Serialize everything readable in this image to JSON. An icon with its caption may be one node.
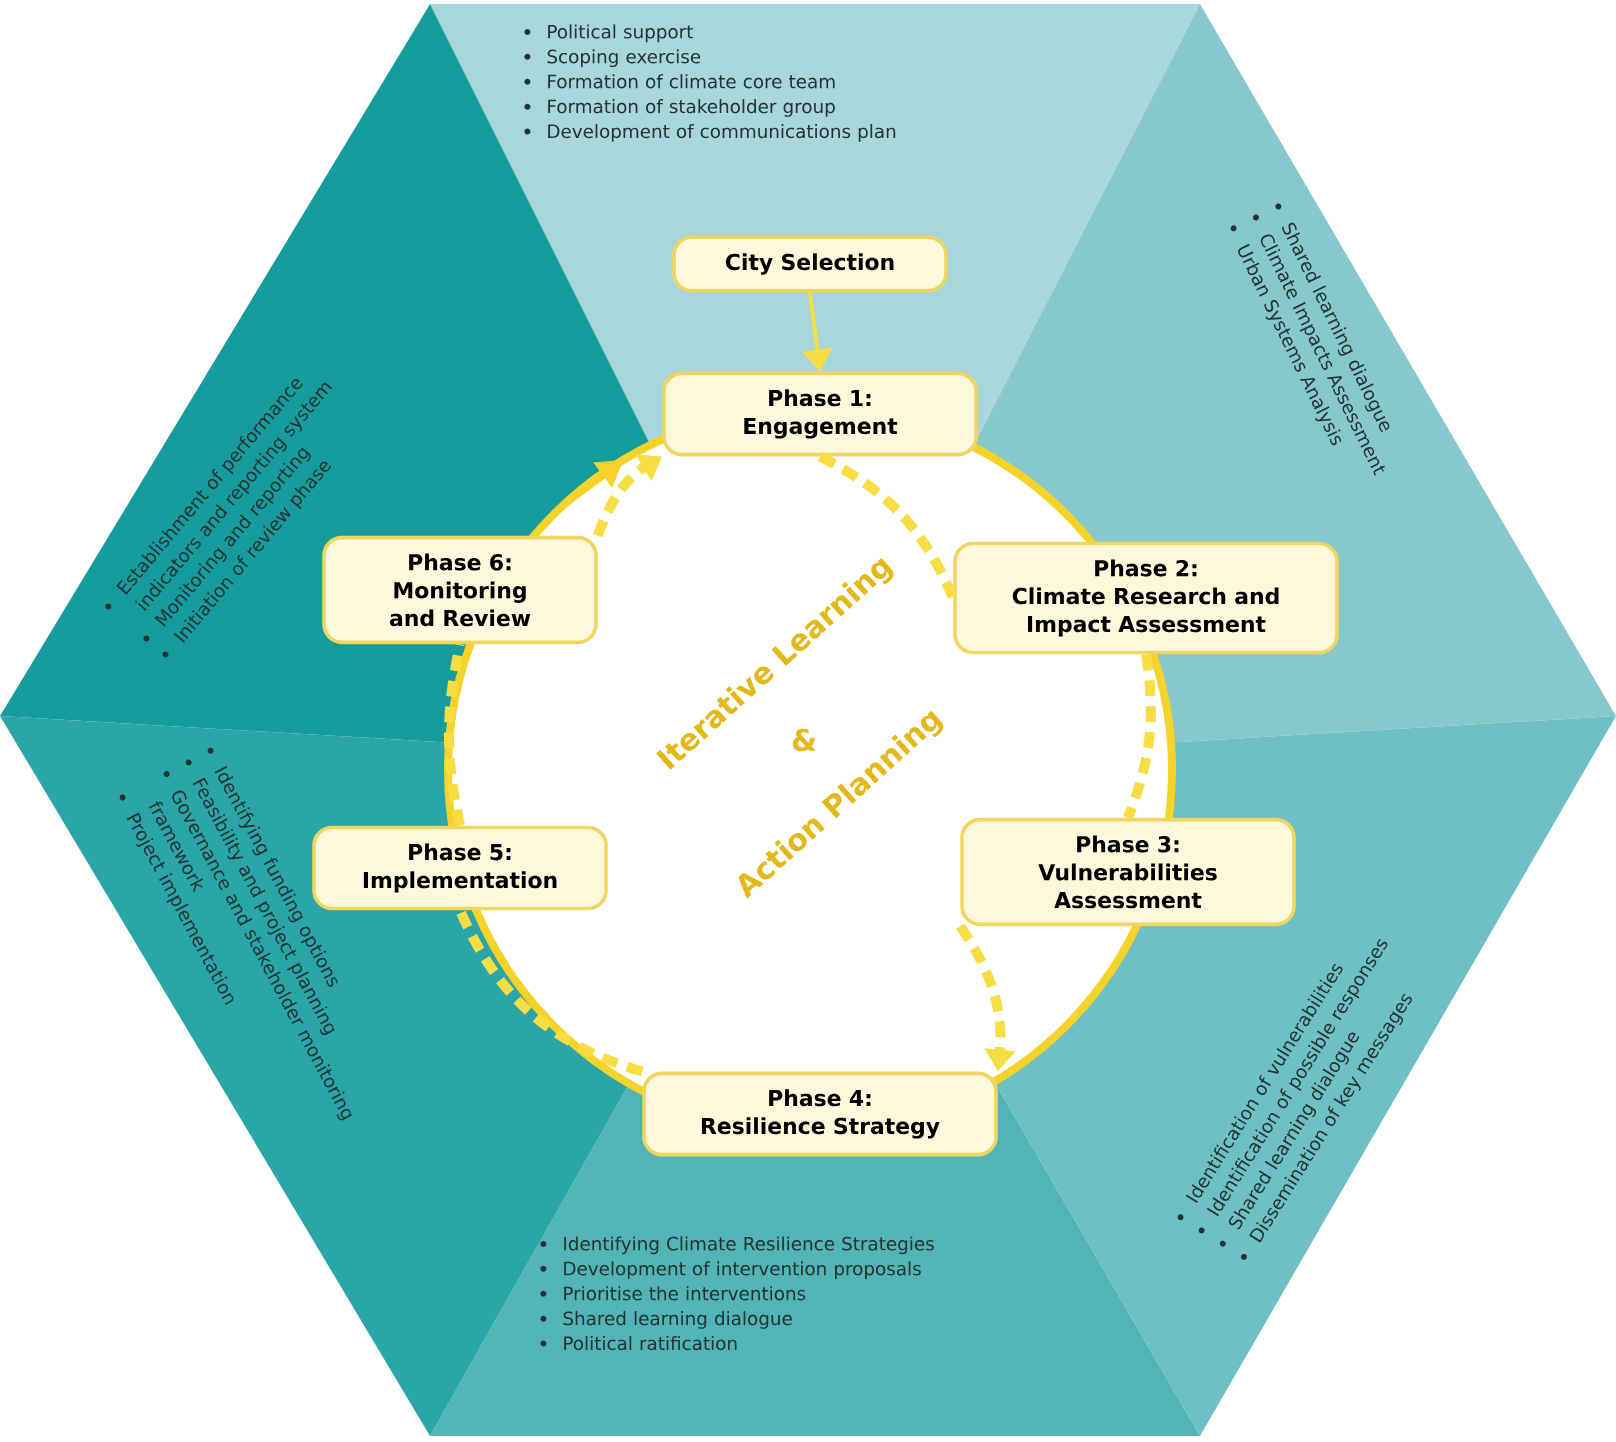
{
  "diagram": {
    "nodes": [
      {
        "text": [
          "City Selection"
        ]
      },
      {
        "text": [
          "Phase 1:",
          "Engagement"
        ]
      },
      {
        "text": [
          "Phase 2:",
          "Climate Research and Impact Assessment"
        ]
      },
      {
        "text": [
          "Phase 3:",
          "Vulnerabilities Assessment"
        ]
      },
      {
        "text": [
          "Phase 4:",
          "Resilience Strategy"
        ]
      },
      {
        "text": [
          "Phase 5:",
          "Implementation"
        ]
      },
      {
        "text": [
          "Phase 6:",
          "Monitoring and Review"
        ]
      }
    ],
    "edges": [
      {
        "from": 0,
        "to": 1,
        "arrow": "to"
      },
      {
        "from": 1,
        "to": 2,
        "arrow": "none",
        "style": "dashed"
      },
      {
        "from": 2,
        "to": 3,
        "arrow": "none",
        "style": "dashed"
      },
      {
        "from": 3,
        "to": 4,
        "arrow": "to",
        "style": "dashed"
      },
      {
        "from": 4,
        "to": 5,
        "arrow": "none",
        "style": "dashed"
      },
      {
        "from": 5,
        "to": 6,
        "arrow": "none",
        "style": "dashed"
      },
      {
        "from": 6,
        "to": 1,
        "arrow": "to",
        "style": "dashed"
      }
    ],
    "labels": [
      "Political support",
      "Scoping exercise",
      "Formation of climate core team",
      "Formation of stakeholder group",
      "Development of communications plan",
      "Establishment of performance indicators and reporting system",
      "Monitoring and reporting",
      "Initiation of review phase",
      "Shared learning dialogue",
      "Climate Impacts Assessment",
      "Urban Systems Analysis",
      "Identifying funding options",
      "Feasibility and project planning",
      "Governance and stakeholder monitoring framework",
      "Project implementation",
      "Iterative Learning",
      "&",
      "Action Planning",
      "Identification of vulnerabilities",
      "Identification of possible responses",
      "Shared learning dialogue",
      "Dissemination of key messages",
      "Identifying Climate Resilience Strategies",
      "Development of intervention proposals",
      "Prioritise the interventions",
      "Shared learning dialogue",
      "Political ratification"
    ]
  }
}
